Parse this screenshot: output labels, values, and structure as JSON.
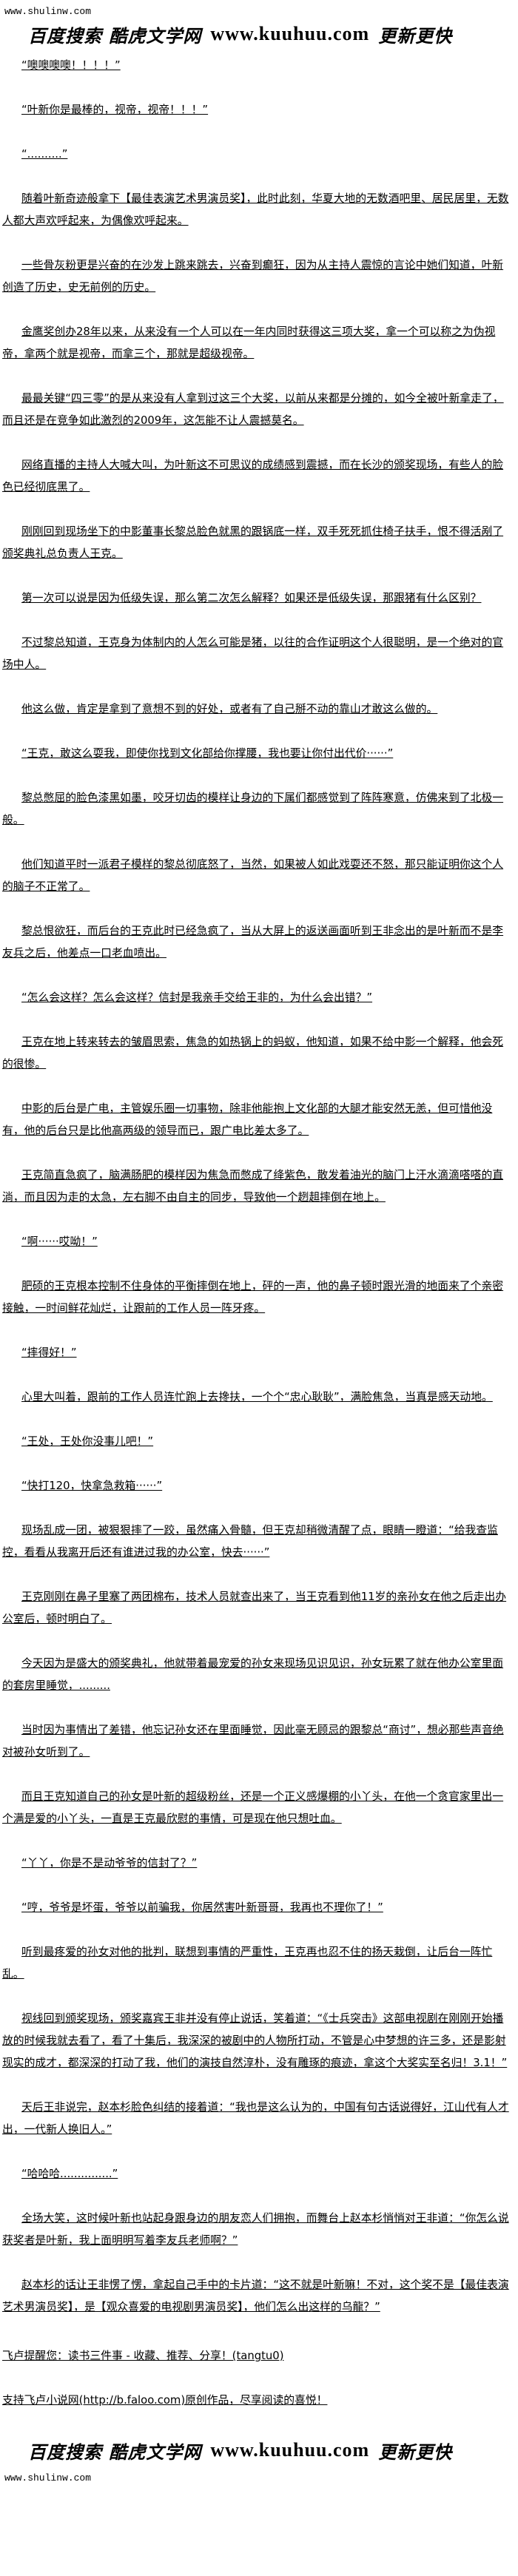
{
  "header": {
    "site": "www.shulinw.com",
    "logo_cn1": "百度搜索 酷虎文学网",
    "logo_url": "www.kuuhuu.com",
    "logo_cn2": "更新更快"
  },
  "paragraphs": [
    "“噢噢噢噢！！！！”",
    "“叶新你是最棒的，视帝，视帝！！！”",
    "“..........”",
    "随着叶新奇迹般拿下【最佳表演艺术男演员奖】，此时此刻，华夏大地的无数酒吧里、居民居里，无数人都大声欢呼起来，为偶像欢呼起来。",
    "一些骨灰粉更是兴奋的在沙发上跳来跳去，兴奋到癫狂，因为从主持人震惊的言论中她们知道，叶新创造了历史，史无前例的历史。",
    "金鹰奖创办28年以来，从来没有一个人可以在一年内同时获得这三项大奖，拿一个可以称之为伪视帝，拿两个就是视帝，而拿三个，那就是超级视帝。",
    "最最关键“四三零”的是从来没有人拿到过这三个大奖，以前从来都是分摊的，如今全被叶新拿走了，而且还是在竞争如此激烈的2009年，这怎能不让人震撼莫名。",
    "网络直播的主持人大喊大叫，为叶新这不可思议的成绩感到震撼，而在长沙的颁奖现场，有些人的脸色已经彻底黑了。",
    "刚刚回到现场坐下的中影董事长黎总脸色就黑的跟锅底一样，双手死死抓住椅子扶手，恨不得活剐了颁奖典礼总负责人王克。",
    "第一次可以说是因为低级失误，那么第二次怎么解释？如果还是低级失误，那跟猪有什么区别？",
    "不过黎总知道，王克身为体制内的人怎么可能是猪，以往的合作证明这个人很聪明，是一个绝对的官场中人。",
    "他这么做，肯定是拿到了意想不到的好处，或者有了自己掰不动的靠山才敢这么做的。",
    "“王克，敢这么耍我，即使你找到文化部给你撑腰，我也要让你付出代价······”",
    "黎总憋屈的脸色漆黑如墨，咬牙切齿的模样让身边的下属们都感觉到了阵阵寒意，仿佛来到了北极一般。",
    "他们知道平时一派君子模样的黎总彻底怒了，当然，如果被人如此戏耍还不怒，那只能证明你这个人的脑子不正常了。",
    "黎总恨欲狂，而后台的王克此时已经急疯了，当从大屏上的返送画面听到王非念出的是叶新而不是李友兵之后，他差点一口老血喷出。",
    "“怎么会这样？怎么会这样？信封是我亲手交给王非的，为什么会出错？”",
    "王克在地上转来转去的皱眉思索，焦急的如热锅上的蚂蚁，他知道，如果不给中影一个解释，他会死的很惨。",
    "中影的后台是广电，主管娱乐圈一切事物，除非他能抱上文化部的大腿才能安然无恙，但可惜他没有，他的后台只是比他高两级的领导而已，跟广电比差太多了。",
    "王克简直急疯了，脑满肠肥的模样因为焦急而憋成了绛紫色，散发着油光的脑门上汗水滴滴嗒嗒的直淌，而且因为走的太急，左右脚不由自主的同步，导致他一个趔趄摔倒在地上。",
    "“啊······哎呦！”",
    "肥硕的王克根本控制不住身体的平衡摔倒在地上，砰的一声，他的鼻子顿时跟光滑的地面来了个亲密接触，一时间鲜花灿烂，让跟前的工作人员一阵牙疼。",
    "“摔得好！”",
    "心里大叫着，跟前的工作人员连忙跑上去搀扶，一个个“忠心耿耿”，满脸焦急，当真是感天动地。",
    "“王处，王处你没事儿吧！”",
    "“快打120，快拿急救箱······”",
    "现场乱成一团，被狠狠摔了一跤，虽然痛入骨髓，但王克却稍微清醒了点，眼睛一瞪道：“给我查监控，看看从我离开后还有谁进过我的办公室，快去······”",
    "王克刚刚在鼻子里塞了两团棉布，技术人员就查出来了，当王克看到他11岁的亲孙女在他之后走出办公室后，顿时明白了。",
    "今天因为是盛大的颁奖典礼，他就带着最宠爱的孙女来现场见识见识，孙女玩累了就在他办公室里面的套房里睡觉，.........",
    "当时因为事情出了差错，他忘记孙女还在里面睡觉，因此毫无顾忌的跟黎总“商讨”，想必那些声音绝对被孙女听到了。",
    "而且王克知道自己的孙女是叶新的超级粉丝，还是一个正义感爆棚的小丫头，在他一个贪官家里出一个满是爱的小丫头，一直是王克最欣慰的事情，可是现在他只想吐血。",
    "“丫丫，你是不是动爷爷的信封了？”",
    "“哼，爷爷是坏蛋，爷爷以前骗我，你居然害叶新哥哥，我再也不理你了！”",
    "听到最疼爱的孙女对他的批判，联想到事情的严重性，王克再也忍不住的扬天栽倒，让后台一阵忙乱。",
    "视线回到颁奖现场，颁奖嘉宾王非并没有停止说话，笑着道：“《士兵突击》这部电视剧在刚刚开始播放的时候我就去看了，看了十集后，我深深的被剧中的人物所打动，不管是心中梦想的许三多，还是影射现实的成才，都深深的打动了我，他们的演技自然淳朴，没有雕琢的痕迹，拿这个大奖实至名归！3.1！”",
    "天后王非说完，赵本杉脸色纠结的接着道：“我也是这么认为的，中国有句古话说得好，江山代有人才出，一代新人换旧人。”",
    "“哈哈哈...............”",
    "全场大笑，这时候叶新也站起身跟身边的朋友恋人们拥抱，而舞台上赵本杉悄悄对王非道：“你怎么说获奖者是叶新，我上面明明写着李友兵老师啊？”",
    "赵本杉的话让王非愣了愣，拿起自己手中的卡片道：“这不就是叶新嘛！不对，这个奖不是【最佳表演艺术男演员奖】，是【观众喜爱的电视剧男演员奖】，他们怎么出这样的乌龍？”"
  ],
  "footer": {
    "reminder": "飞卢提醒您：读书三件事 - 收藏、推荐、分享！(tangtu0)",
    "support": "支持飞卢小说网(http://b.faloo.com)原创作品，尽享阅读的喜悦！",
    "logo_cn1": "百度搜索 酷虎文学网",
    "logo_url": "www.kuuhuu.com",
    "logo_cn2": "更新更快",
    "site": "www.shulinw.com"
  }
}
